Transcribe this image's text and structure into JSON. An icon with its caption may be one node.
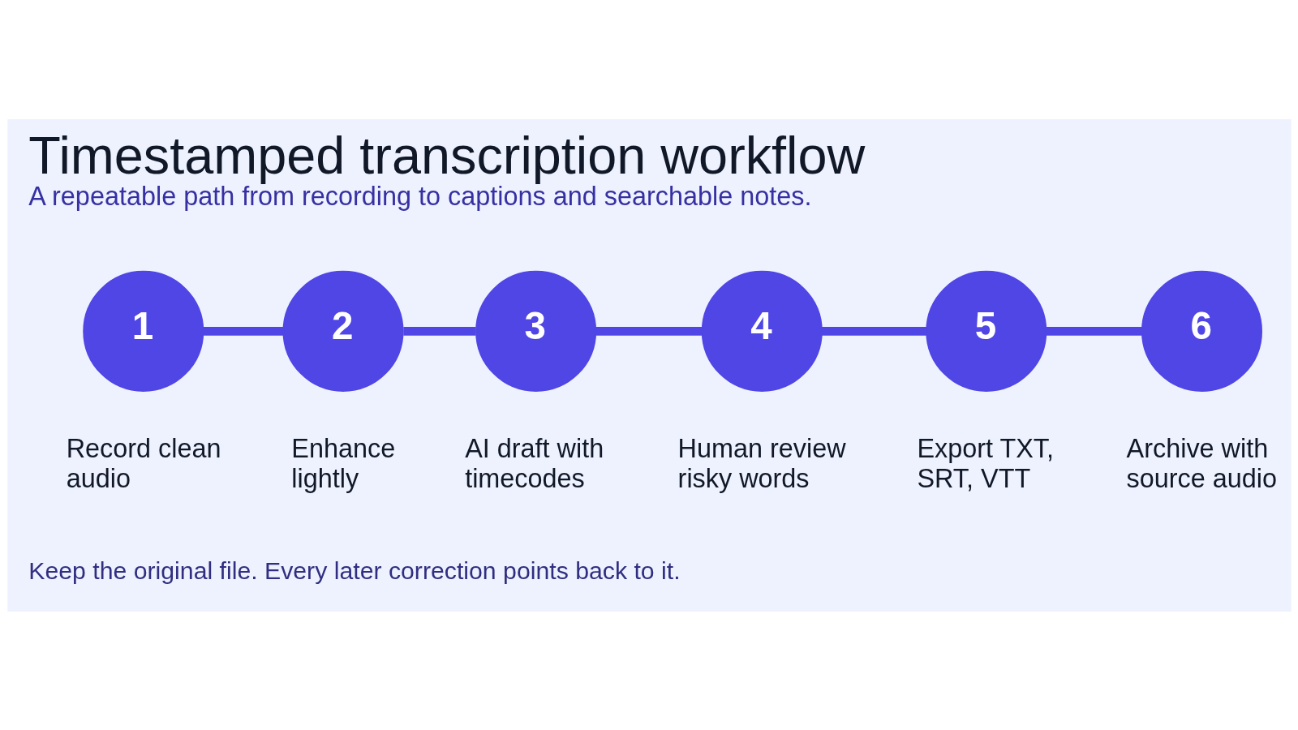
{
  "diagram": {
    "title": "Timestamped transcription workflow",
    "caption": "A repeatable path from recording to captions and searchable notes.",
    "nodes": [
      {
        "text": [
          "1"
        ],
        "beside": [
          "Record clean audio"
        ]
      },
      {
        "text": [
          "2"
        ],
        "beside": [
          "Enhance lightly"
        ]
      },
      {
        "text": [
          "3"
        ],
        "beside": [
          "AI draft with timecodes"
        ]
      },
      {
        "text": [
          "4"
        ],
        "beside": [
          "Human review risky words"
        ]
      },
      {
        "text": [
          "5"
        ],
        "beside": [
          "Export TXT, SRT, VTT"
        ]
      },
      {
        "text": [
          "6"
        ],
        "beside": [
          "Archive with source audio"
        ]
      }
    ],
    "edges": [
      {
        "from": 0,
        "to": 1,
        "arrow": "none"
      },
      {
        "from": 1,
        "to": 2,
        "arrow": "none"
      },
      {
        "from": 2,
        "to": 3,
        "arrow": "none"
      },
      {
        "from": 3,
        "to": 4,
        "arrow": "none"
      },
      {
        "from": 4,
        "to": 5,
        "arrow": "none"
      }
    ],
    "labels": [
      "Keep the original file. Every later correction points back to it."
    ]
  }
}
